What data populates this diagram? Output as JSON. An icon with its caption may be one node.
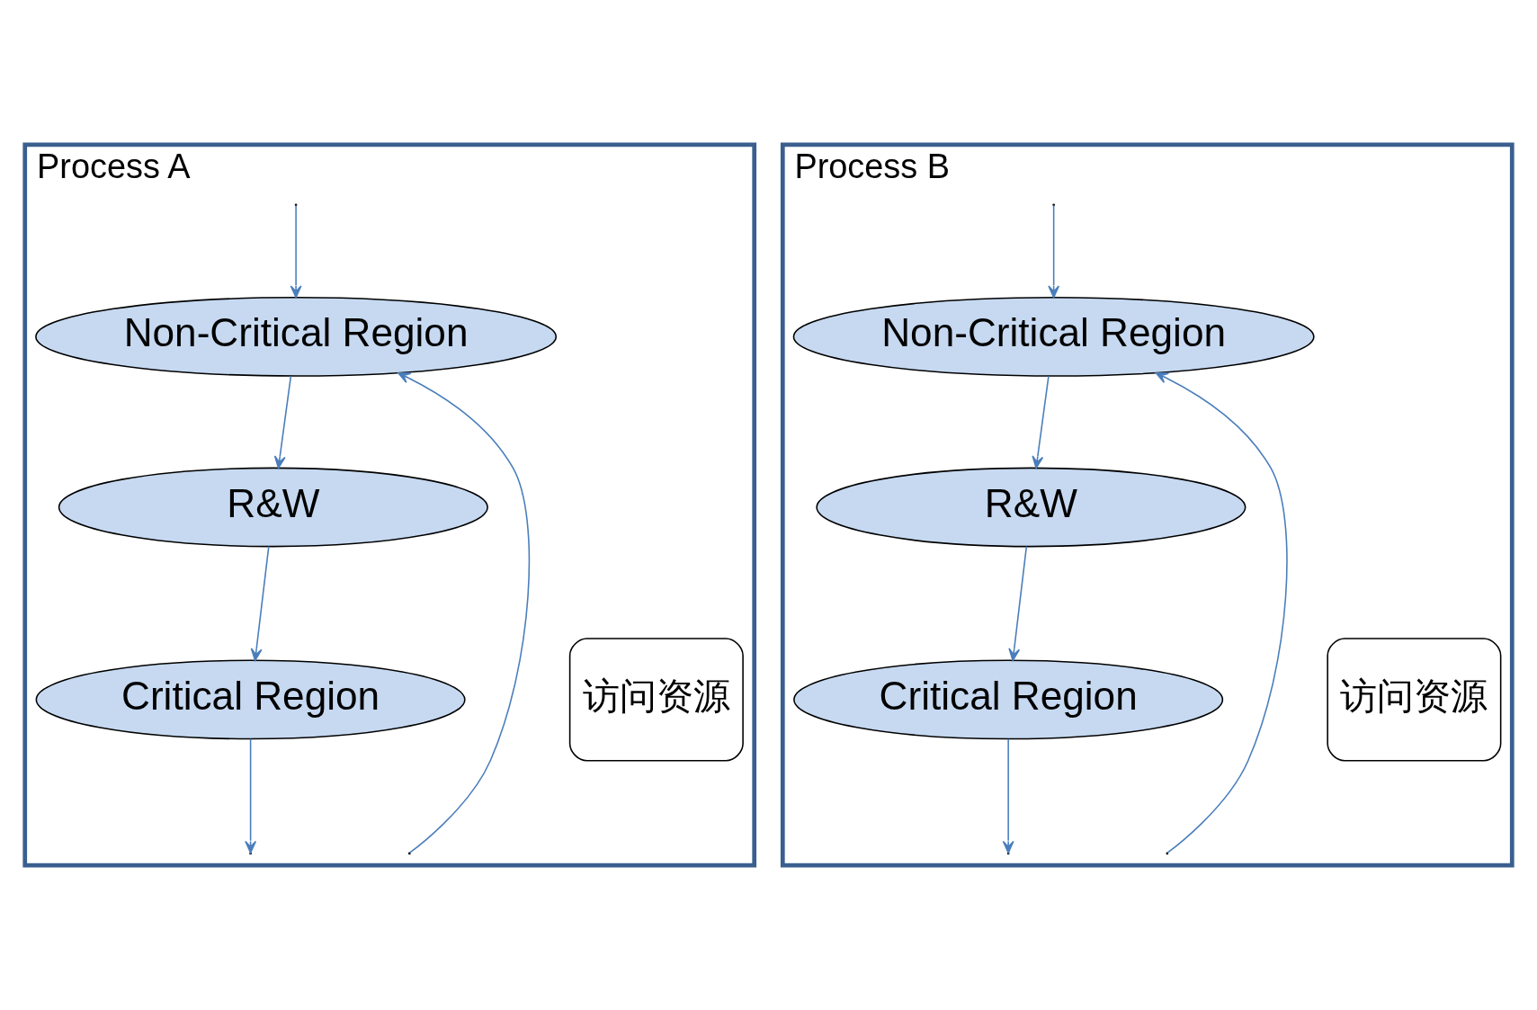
{
  "diagram": {
    "nodes": [
      {
        "text": [
          "Process A"
        ]
      },
      {
        "text": [
          "Non-Critical Region"
        ],
        "in": 0
      },
      {
        "text": [
          "R&W"
        ],
        "in": 0
      },
      {
        "text": [
          "Critical Region"
        ],
        "in": 0
      },
      {
        "text": [
          "访问资源"
        ],
        "in": 0
      },
      {
        "text": [
          "Process B"
        ]
      },
      {
        "text": [
          "Non-Critical Region"
        ],
        "in": 5
      },
      {
        "text": [
          "R&W"
        ],
        "in": 5
      },
      {
        "text": [
          "Critical Region"
        ],
        "in": 5
      },
      {
        "text": [
          "访问资源"
        ],
        "in": 5
      }
    ],
    "edges": [
      {
        "from": null,
        "to": 1,
        "arrow": "to"
      },
      {
        "from": 1,
        "to": 2,
        "arrow": "to"
      },
      {
        "from": 2,
        "to": 3,
        "arrow": "to"
      },
      {
        "from": 3,
        "to": null,
        "arrow": "to"
      },
      {
        "from": null,
        "to": 1,
        "arrow": "to"
      },
      {
        "from": null,
        "to": 6,
        "arrow": "to"
      },
      {
        "from": 6,
        "to": 7,
        "arrow": "to"
      },
      {
        "from": 7,
        "to": 8,
        "arrow": "to"
      },
      {
        "from": 8,
        "to": null,
        "arrow": "to"
      },
      {
        "from": null,
        "to": 6,
        "arrow": "to"
      }
    ]
  }
}
